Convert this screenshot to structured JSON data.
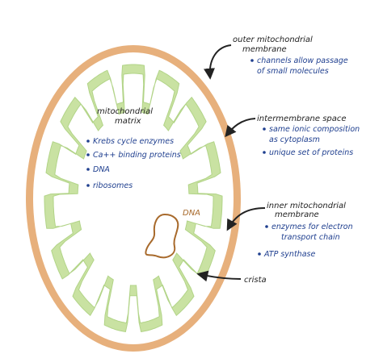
{
  "colors": {
    "outer_membrane": "#e7b07c",
    "intermembrane": "#ffffff",
    "inner_membrane": "#c9e2a2",
    "matrix": "#ffffff",
    "dna": "#a86a2c",
    "label_text": "#222222",
    "list_text": "#1f3f8f",
    "pointer": "#222222"
  },
  "labels": {
    "outer_membrane": {
      "title": [
        "outer mitochondrial",
        "membrane"
      ],
      "items": [
        [
          "channels allow passage",
          "of small molecules"
        ]
      ]
    },
    "intermembrane_space": {
      "title": [
        "intermembrane space"
      ],
      "items": [
        [
          "same ionic composition",
          "as cytoplasm"
        ],
        [
          "unique set of proteins"
        ]
      ]
    },
    "matrix": {
      "title": [
        "mitochondrial",
        "matrix"
      ],
      "items": [
        [
          "Krebs cycle enzymes"
        ],
        [
          "Ca++ binding proteins"
        ],
        [
          "DNA"
        ],
        [
          "ribosomes"
        ]
      ]
    },
    "dna": "DNA",
    "inner_membrane": {
      "title": [
        "inner mitochondrial",
        "membrane"
      ],
      "items": [
        [
          "enzymes for electron",
          "transport chain"
        ],
        [
          "ATP synthase"
        ]
      ]
    },
    "crista": "crista"
  },
  "icons": {
    "pointer_arrow": "curved-arrow-icon"
  }
}
